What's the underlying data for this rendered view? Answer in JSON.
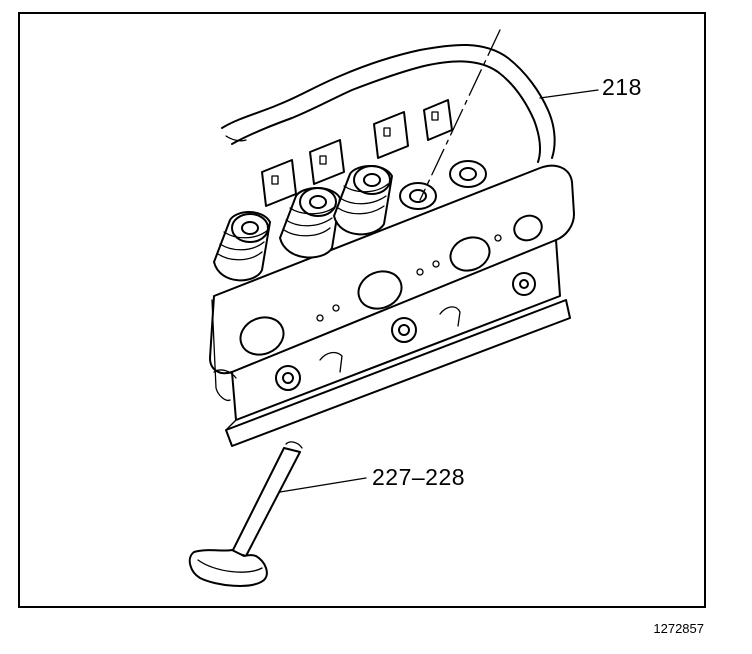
{
  "callouts": {
    "gasket": "218",
    "valve": "227–228"
  },
  "figure_number": "1272857",
  "colors": {
    "ink": "#000000",
    "paper": "#ffffff"
  }
}
